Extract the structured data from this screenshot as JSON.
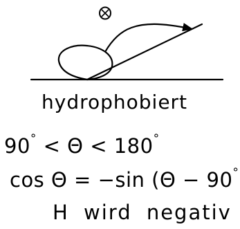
{
  "figure": {
    "angle_symbol": "Θ",
    "caption": "hydrophobiert",
    "range": {
      "lower": "90",
      "degree": "°",
      "lt1": "<",
      "symbol": "Θ",
      "lt2": "<",
      "upper": "180",
      "degree2": "°"
    },
    "equation": {
      "lhs": "cos Θ = ",
      "rhs": "−sin (Θ − 90",
      "degree": "°",
      "close": ")"
    },
    "result": "H wird negativ"
  }
}
